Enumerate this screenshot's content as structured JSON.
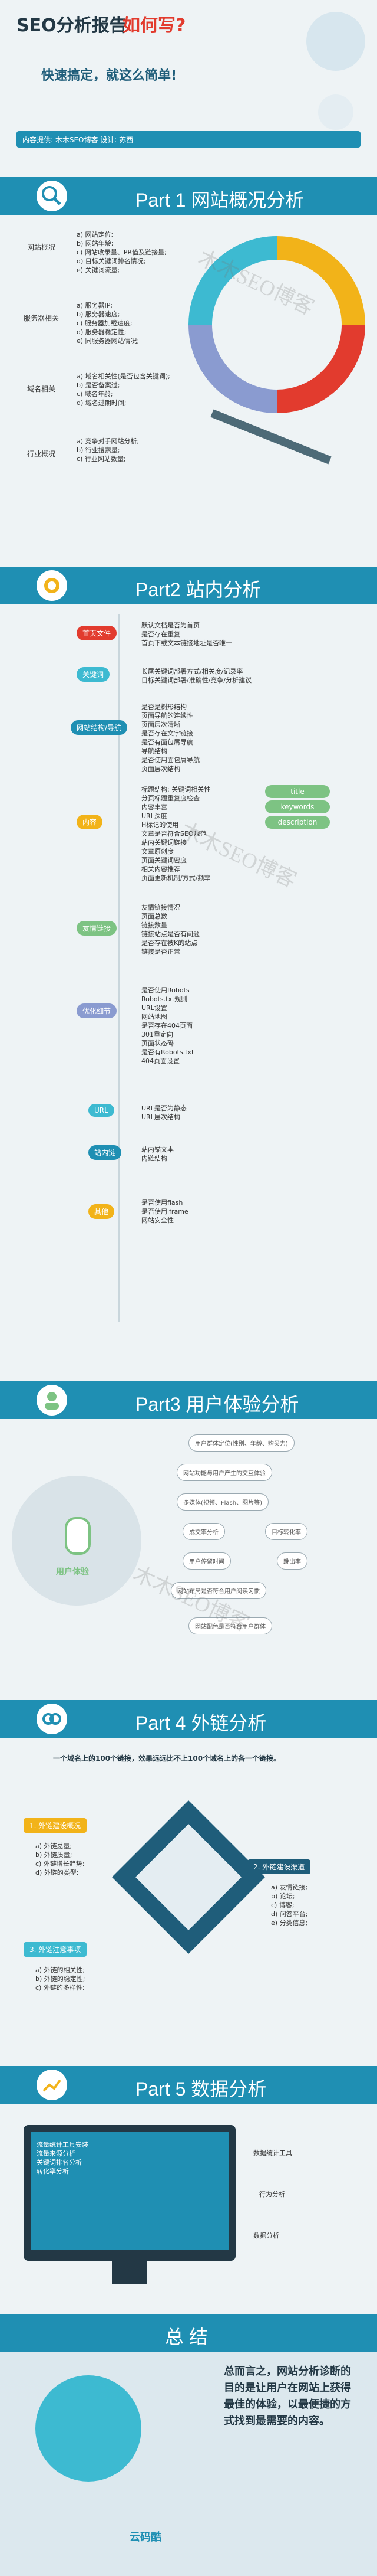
{
  "header": {
    "title": "SEO分析报告",
    "title_accent": "如何写?",
    "subtitle": "快速搞定，就这么简单!",
    "credit": "内容提供: 木木SEO博客  设计: 苏西",
    "colors": {
      "primary": "#1f8fb3",
      "accent": "#e23b2e"
    }
  },
  "part1": {
    "title": "Part 1 网站概况分析",
    "groups": [
      {
        "label": "网站概况",
        "items": [
          "a) 网站定位;",
          "b) 网站年龄;",
          "c) 网站收录量、PR值及链接量;",
          "d) 目标关键词排名情况;",
          "e) 关键词流量;"
        ]
      },
      {
        "label": "服务器相关",
        "items": [
          "a) 服务器IP;",
          "b) 服务器速度;",
          "c) 服务器加载速度;",
          "d) 服务器稳定性;",
          "e) 同服务器网站情况;"
        ]
      },
      {
        "label": "域名相关",
        "items": [
          "a) 域名相关性(是否包含关键词);",
          "b) 是否备案过;",
          "c) 域名年龄;",
          "d) 域名过期时间;"
        ]
      },
      {
        "label": "行业概况",
        "items": [
          "a) 竞争对手网站分析;",
          "b) 行业搜索量;",
          "c) 行业网站数量;"
        ]
      }
    ]
  },
  "part2": {
    "title": "Part2 站内分析",
    "sections": [
      {
        "label": "首页文件",
        "lines": [
          "默认文档是否为首页",
          "是否存在重复",
          "首页下载文本链接地址是否唯一"
        ]
      },
      {
        "label": "关键词",
        "lines": [
          "长尾关键词部署方式/相关度/记录率",
          "目标关键词部署/准确性/竞争/分析建议"
        ]
      },
      {
        "label": "网站结构/导航",
        "lines": [
          "是否是树形结构",
          "页面导航的连续性",
          "页面层次清晰",
          "是否存在文字链接",
          "是否有面包屑导航",
          "导航结构",
          "是否使用面包屑导航",
          "页面层次结构"
        ]
      },
      {
        "label": "内容",
        "lines": [
          "标题结构: 关键词相关性",
          "分页标题重复度检查",
          "内容丰富",
          "URL深度",
          "H标记的使用",
          "文章是否符合SEO规范",
          "站内关键词链接",
          "文章原创度",
          "页面关键词密度",
          "相关内容推荐",
          "页面更新机制/方式/频率"
        ]
      },
      {
        "label": "友情链接",
        "lines": [
          "友情链接情况",
          "页面总数",
          "链接数量",
          "链接站点是否有问题",
          "是否存在被K的站点",
          "链接是否正常"
        ]
      },
      {
        "label": "优化细节",
        "lines": [
          "是否使用Robots",
          "Robots.txt规则",
          "URL设置",
          "网站地图",
          "是否存在404页面",
          "301重定向",
          "页面状态码",
          "是否有Robots.txt",
          "404页面设置"
        ]
      },
      {
        "label": "URL",
        "lines": [
          "URL是否为静态",
          "URL层次结构"
        ]
      },
      {
        "label": "站内链",
        "lines": [
          "站内锚文本",
          "内链结构"
        ]
      },
      {
        "label": "其他",
        "lines": [
          "是否使用flash",
          "是否使用iframe",
          "网站安全性"
        ]
      }
    ],
    "tags": [
      "title",
      "keywords",
      "description"
    ]
  },
  "part3": {
    "title": "Part3 用户体验分析",
    "center_label": "用户体验",
    "bubbles": [
      "用户群体定位(性别、年龄、购买力)",
      "网站功能与用户产生的交互体验",
      "多媒体(视频、Flash、图片等)",
      "成交率分析",
      "目标转化率",
      "用户停留时间",
      "跳出率",
      "网站布局是否符合用户阅读习惯",
      "网站配色是否符合用户群体"
    ]
  },
  "part4": {
    "title": "Part 4 外链分析",
    "intro": "一个域名上的100个链接，效果远远比不上100个域名上的各一个链接。",
    "cards": [
      {
        "title": "1. 外链建设概况",
        "lines": [
          "a) 外链总量;",
          "b) 外链质量;",
          "c) 外链增长趋势;",
          "d) 外链的类型;"
        ]
      },
      {
        "title": "2. 外链建设渠道",
        "lines": [
          "a) 友情链接;",
          "b) 论坛;",
          "c) 博客;",
          "d) 问答平台;",
          "e) 分类信息;"
        ]
      },
      {
        "title": "3. 外链注意事项",
        "lines": [
          "a) 外链的相关性;",
          "b) 外链的稳定性;",
          "c) 外链的多样性;"
        ]
      }
    ]
  },
  "part5": {
    "title": "Part 5 数据分析",
    "lines": [
      "流量统计工具安装",
      "流量来源分析",
      "关键词排名分析",
      "转化率分析"
    ],
    "labels": [
      "数据统计工具",
      "行为分析",
      "数据分析"
    ]
  },
  "summary": {
    "title": "总 结",
    "text": "总而言之，网站分析诊断的目的是让用户在网站上获得最佳的体验，以最便捷的方式找到最需要的内容。",
    "brand": "云码酷"
  },
  "watermark": "木木SEO博客"
}
